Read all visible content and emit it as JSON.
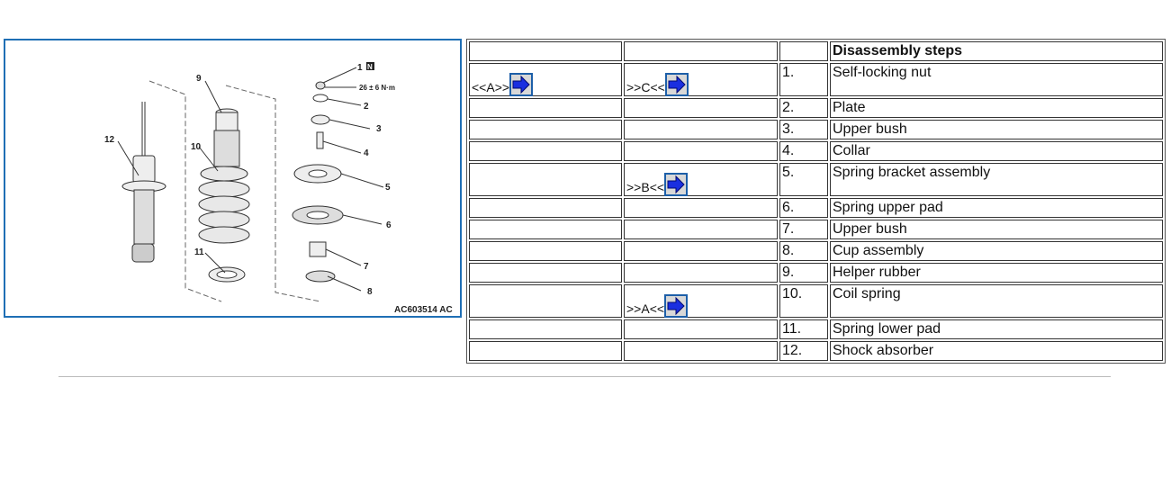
{
  "figure": {
    "callouts": [
      "1",
      "2",
      "3",
      "4",
      "5",
      "6",
      "7",
      "8",
      "9",
      "10",
      "11",
      "12"
    ],
    "torque": "26 ± 6 N·m",
    "nut_mark": "N",
    "code": "AC603514 AC"
  },
  "table": {
    "header": "Disassembly steps",
    "rows": [
      {
        "a": "<<A>>",
        "b": ">>C<<",
        "num": "1.",
        "name": "Self-locking nut"
      },
      {
        "a": "",
        "b": "",
        "num": "2.",
        "name": "Plate"
      },
      {
        "a": "",
        "b": "",
        "num": "3.",
        "name": "Upper bush"
      },
      {
        "a": "",
        "b": "",
        "num": "4.",
        "name": "Collar"
      },
      {
        "a": "",
        "b": ">>B<<",
        "num": "5.",
        "name": "Spring bracket assembly"
      },
      {
        "a": "",
        "b": "",
        "num": "6.",
        "name": "Spring upper pad"
      },
      {
        "a": "",
        "b": "",
        "num": "7.",
        "name": "Upper bush"
      },
      {
        "a": "",
        "b": "",
        "num": "8.",
        "name": "Cup assembly"
      },
      {
        "a": "",
        "b": "",
        "num": "9.",
        "name": "Helper rubber"
      },
      {
        "a": "",
        "b": ">>A<<",
        "num": "10.",
        "name": "Coil spring"
      },
      {
        "a": "",
        "b": "",
        "num": "11.",
        "name": "Spring lower pad"
      },
      {
        "a": "",
        "b": "",
        "num": "12.",
        "name": "Shock absorber"
      }
    ]
  }
}
